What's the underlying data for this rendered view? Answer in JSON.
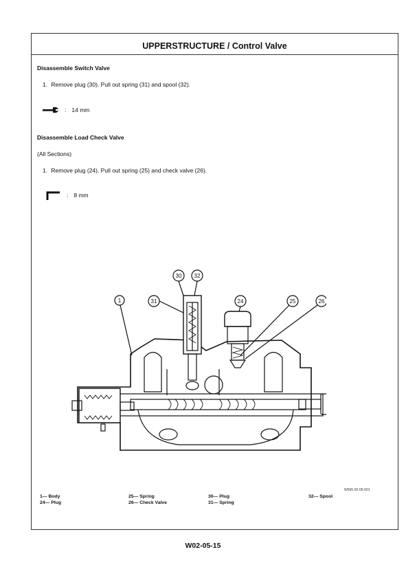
{
  "header": {
    "title": "UPPERSTRUCTURE / Control Valve"
  },
  "section1": {
    "heading": "Disassemble Switch Valve",
    "step_num": "1.",
    "step_text": "Remove plug (30). Pull out spring (31) and spool (32).",
    "tool": {
      "icon": "wrench-icon",
      "colon": ":",
      "value": "14 mm"
    }
  },
  "section2": {
    "heading": "Disassemble Load Check Valve",
    "note": "(All Sections)",
    "step_num": "1.",
    "step_text": "Remove plug (24). Pull out spring (25) and check valve (26).",
    "tool": {
      "icon": "hex-key-icon",
      "colon": ":",
      "value": "8 mm"
    }
  },
  "figure": {
    "code": "W506-02-05-001",
    "callouts": [
      "30",
      "32",
      "1",
      "31",
      "24",
      "25",
      "26"
    ]
  },
  "legend": {
    "col1": [
      "1— Body",
      "24— Plug"
    ],
    "col2": [
      "25— Spring",
      "26— Check Valve"
    ],
    "col3": [
      "30— Plug",
      "31— Spring"
    ],
    "col4": [
      "32— Spool"
    ]
  },
  "footer": {
    "page_number": "W02-05-15"
  }
}
